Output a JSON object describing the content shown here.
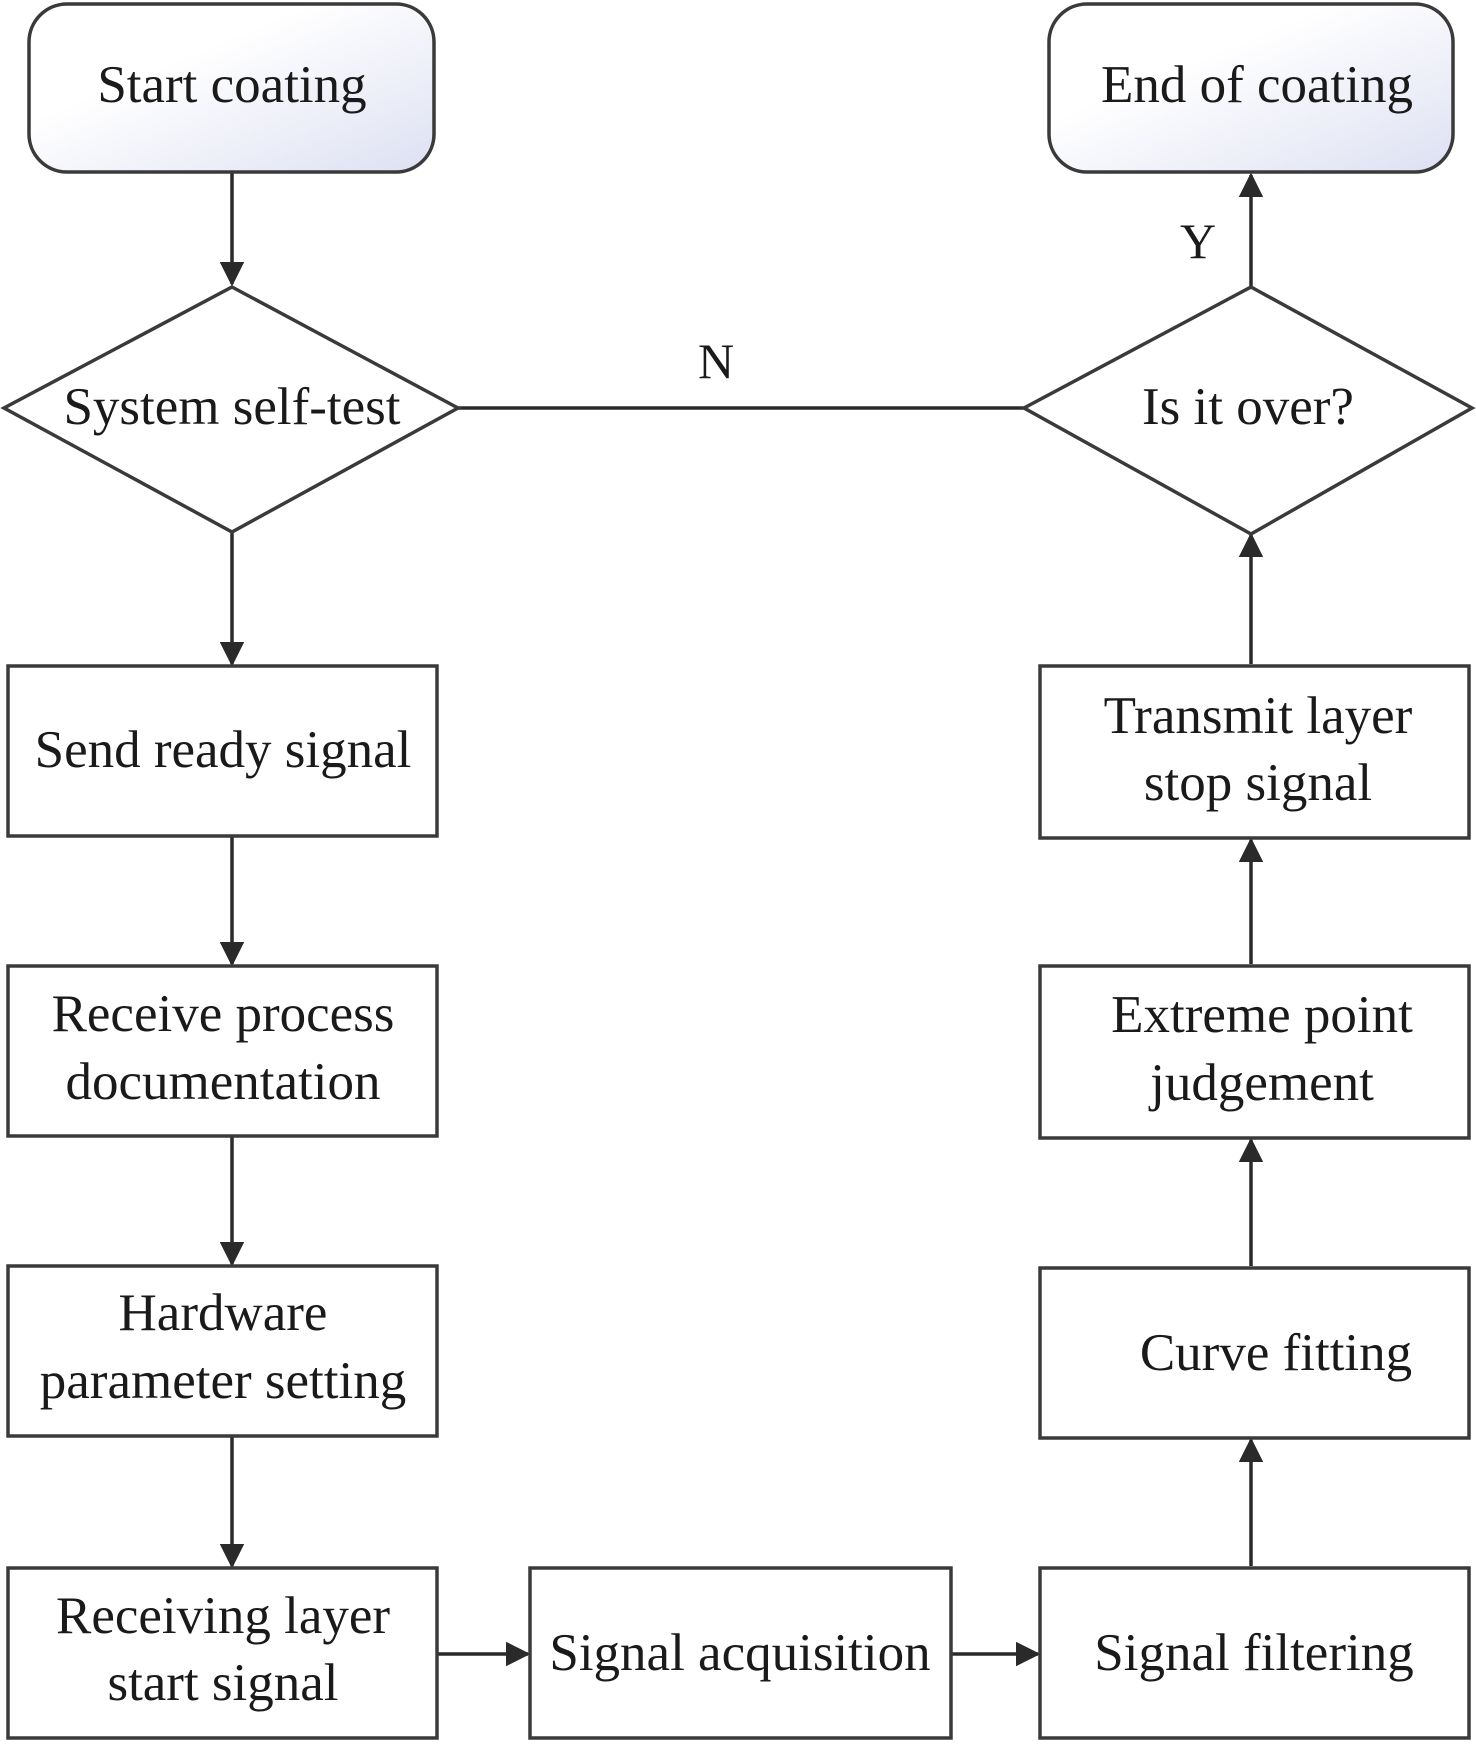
{
  "nodes": {
    "start": {
      "lines": [
        "Start coating"
      ]
    },
    "end": {
      "lines": [
        "End of coating"
      ]
    },
    "self_test": {
      "lines": [
        "System self-test"
      ]
    },
    "is_over": {
      "lines": [
        "Is it over?"
      ]
    },
    "send_ready": {
      "lines": [
        "Send ready signal"
      ]
    },
    "receive_docs": {
      "lines": [
        "Receive process",
        "documentation"
      ]
    },
    "hardware": {
      "lines": [
        "Hardware",
        "parameter setting"
      ]
    },
    "receiving_layer": {
      "lines": [
        "Receiving layer",
        "start signal"
      ]
    },
    "acquisition": {
      "lines": [
        "Signal acquisition"
      ]
    },
    "filtering": {
      "lines": [
        "Signal filtering"
      ]
    },
    "curve": {
      "lines": [
        "Curve fitting"
      ]
    },
    "extreme": {
      "lines": [
        "Extreme point",
        "judgement"
      ]
    },
    "transmit": {
      "lines": [
        "Transmit layer",
        "stop signal"
      ]
    }
  },
  "edge_labels": {
    "no": "N",
    "yes": "Y"
  },
  "colors": {
    "stroke": "#3a3a3a",
    "terminal_fill_light": "#ffffff",
    "terminal_fill_tint": "#dde0f2"
  }
}
